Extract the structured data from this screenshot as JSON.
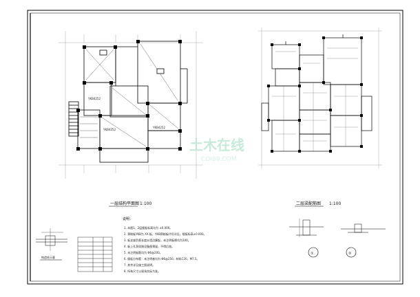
{
  "drawing": {
    "left_plan": {
      "title": "一层结构平面图",
      "scale": "1:100",
      "room_labels": [
        "YKB4252",
        "YKB4252",
        "YKB4252"
      ]
    },
    "right_plan": {
      "title": "二层梁配筋图",
      "scale": "1:100"
    },
    "notes": {
      "heading": "说明：",
      "lines": [
        "1. 本图1、2层楼板标高均为 ±0.000。",
        "2. 预制板YKB为 XX 板，YKB预制板代号详见，楼板标高±0.000。",
        "3. 板支座负筋长度从墙边算起，未注明板厚均为100。",
        "4. 板上孔洞须按设备图预留，不得后凿。",
        "5. 未注明板筋均为 Φ6@200。",
        "6. 楼板分布筋：未注明者均为 Φ6@250，材料C20，M7.5。",
        "7. 其余详见施工图说明。",
        "8. 所有尺寸以现场实际为准。"
      ]
    },
    "section_marks": [
      "①",
      "②"
    ],
    "detail_small_label": "构造柱示意",
    "watermark": {
      "main": "土木在线",
      "sub": "COI88.COM"
    }
  }
}
